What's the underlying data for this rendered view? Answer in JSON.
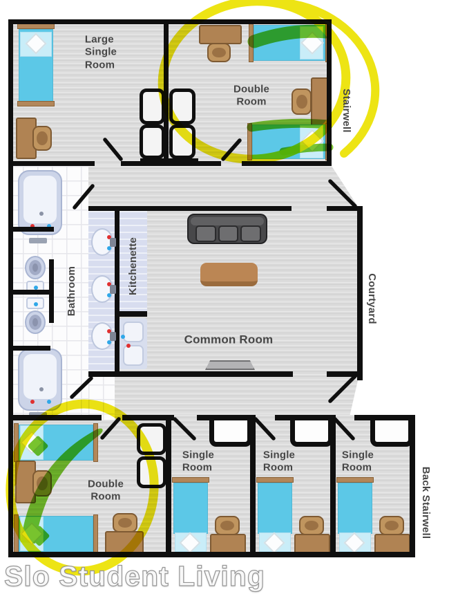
{
  "rooms": {
    "large_single": {
      "lines": [
        "Large",
        "Single",
        "Room"
      ]
    },
    "double_top": {
      "lines": [
        "Double",
        "Room"
      ]
    },
    "double_bottom": {
      "lines": [
        "Double",
        "Room"
      ]
    },
    "single_1": {
      "lines": [
        "Single",
        "Room"
      ]
    },
    "single_2": {
      "lines": [
        "Single",
        "Room"
      ]
    },
    "single_3": {
      "lines": [
        "Single",
        "Room"
      ]
    },
    "common_room": {
      "label": "Common Room"
    }
  },
  "areas": {
    "bathroom": {
      "label": "Bathroom"
    },
    "kitchenette": {
      "label": "Kitchenette"
    },
    "stairwell": {
      "label": "Stairwell"
    },
    "courtyard": {
      "label": "Courtyard"
    },
    "back_stairwell": {
      "label": "Back Stairwell"
    }
  },
  "watermark": {
    "text": "Slo Student Living"
  },
  "annotation_colors": {
    "highlight_yellow": "#ece308",
    "accent_green": "#6ec01d"
  }
}
